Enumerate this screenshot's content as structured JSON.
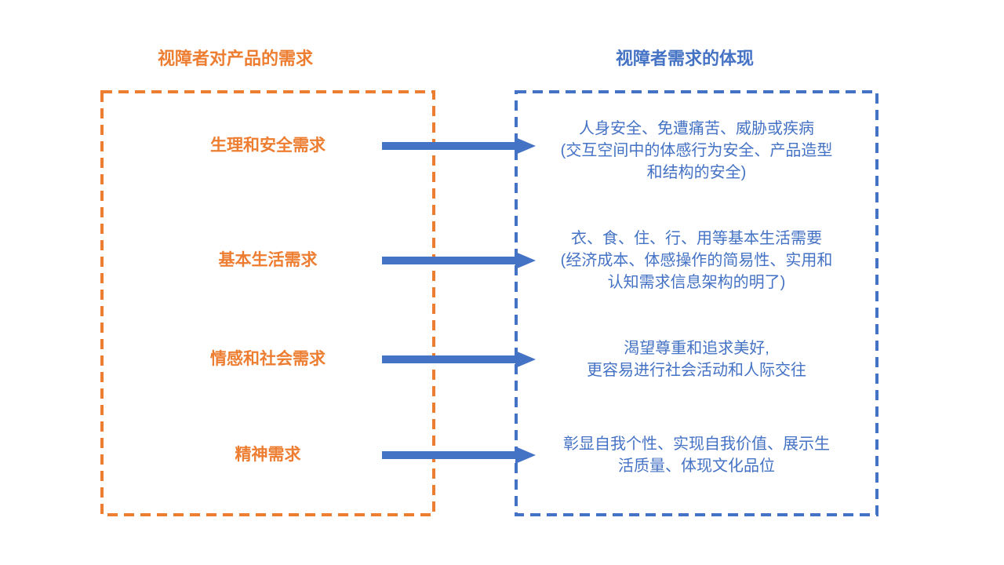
{
  "colors": {
    "orange": "#ED7D31",
    "blue": "#4472C4",
    "background": "#FFFFFF"
  },
  "headers": {
    "left": "视障者对产品的需求",
    "right": "视障者需求的体现"
  },
  "rows": [
    {
      "label": "生理和安全需求",
      "lines": [
        "人身安全、免遭痛苦、威胁或疾病",
        "(交互空间中的体感行为安全、产品造型",
        "和结构的安全)"
      ]
    },
    {
      "label": "基本生活需求",
      "lines": [
        "衣、食、住、行、用等基本生活需要",
        "(经济成本、体感操作的简易性、实用和",
        "认知需求信息架构的明了)"
      ]
    },
    {
      "label": "情感和社会需求",
      "lines": [
        "渴望尊重和追求美好,",
        "更容易进行社会活动和人际交往"
      ]
    },
    {
      "label": "精神需求",
      "lines": [
        "彰显自我个性、实现自我价值、展示生",
        "活质量、体现文化品位"
      ]
    }
  ]
}
